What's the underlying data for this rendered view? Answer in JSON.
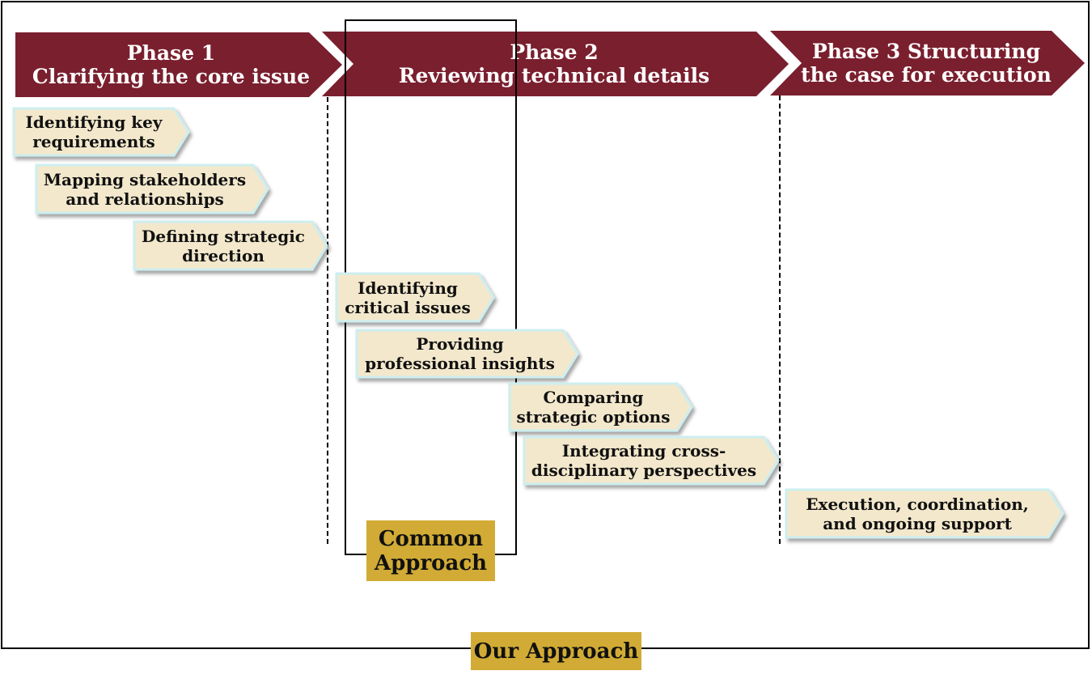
{
  "colors": {
    "phase_fill": "#7a1f2e",
    "step_fill": "#f3e8cc",
    "step_border": "#cdeef0",
    "label_fill": "#d1ab35"
  },
  "phases": [
    {
      "line1": "Phase 1",
      "line2": "Clarifying the core issue"
    },
    {
      "line1": "Phase 2",
      "line2": "Reviewing technical details"
    },
    {
      "line1": "Phase 3  Structuring",
      "line2": "the case for execution"
    }
  ],
  "steps": [
    {
      "line1": "Identifying key",
      "line2": "requirements"
    },
    {
      "line1": "Mapping stakeholders",
      "line2": "and relationships"
    },
    {
      "line1": "Defining strategic",
      "line2": "direction"
    },
    {
      "line1": "Identifying",
      "line2": "critical issues"
    },
    {
      "line1": "Providing",
      "line2": "professional insights"
    },
    {
      "line1": "Comparing",
      "line2": "strategic options"
    },
    {
      "line1": "Integrating cross-",
      "line2": "disciplinary perspectives"
    },
    {
      "line1": "Execution, coordination,",
      "line2": "and ongoing support"
    }
  ],
  "labels": {
    "common_line1": "Common",
    "common_line2": "Approach",
    "ours": "Our Approach"
  }
}
